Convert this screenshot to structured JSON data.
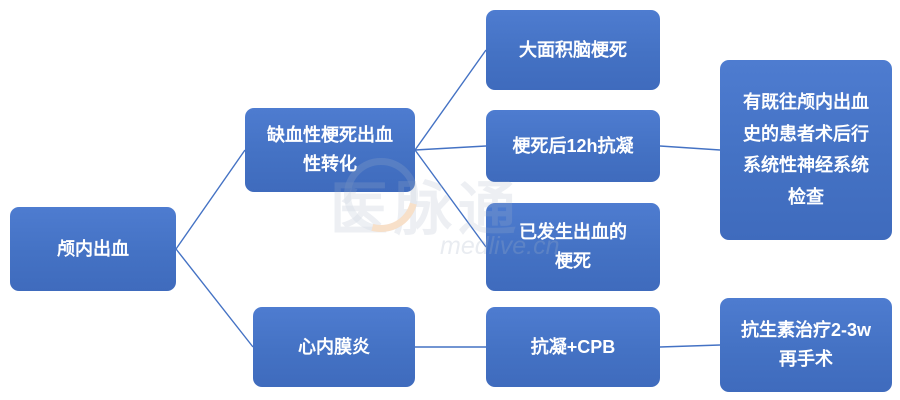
{
  "diagram": {
    "type": "flowchart",
    "node_fill": "#4472C4",
    "node_text_color": "#FFFFFF",
    "line_color": "#4472C4",
    "background": "#FFFFFF",
    "nodes": [
      {
        "id": "intracranial-hemorrhage",
        "label": "颅内出血"
      },
      {
        "id": "hemorrhagic-transformation",
        "label": "缺血性梗死出血\n性转化"
      },
      {
        "id": "endocarditis",
        "label": "心内膜炎"
      },
      {
        "id": "large-cerebral-infarction",
        "label": "大面积脑梗死"
      },
      {
        "id": "anticoagulation-12h",
        "label": "梗死后12h抗凝"
      },
      {
        "id": "infarct-with-hemorrhage",
        "label": "已发生出血的\n梗死"
      },
      {
        "id": "anticoagulation-cpb",
        "label": "抗凝+CPB"
      },
      {
        "id": "postop-neuro-exam",
        "label": "有既往颅内出血\n史的患者术后行\n系统性神经系统\n检查"
      },
      {
        "id": "antibiotic-reoperation",
        "label": "抗生素治疗2-3w\n再手术"
      }
    ],
    "edges": [
      {
        "from": "intracranial-hemorrhage",
        "to": "hemorrhagic-transformation"
      },
      {
        "from": "intracranial-hemorrhage",
        "to": "endocarditis"
      },
      {
        "from": "hemorrhagic-transformation",
        "to": "large-cerebral-infarction"
      },
      {
        "from": "hemorrhagic-transformation",
        "to": "anticoagulation-12h"
      },
      {
        "from": "hemorrhagic-transformation",
        "to": "infarct-with-hemorrhage"
      },
      {
        "from": "anticoagulation-12h",
        "to": "postop-neuro-exam"
      },
      {
        "from": "endocarditis",
        "to": "anticoagulation-cpb"
      },
      {
        "from": "anticoagulation-cpb",
        "to": "antibiotic-reoperation"
      }
    ]
  },
  "watermark": {
    "title": "医脉通",
    "subtitle": "medlive.cn"
  }
}
